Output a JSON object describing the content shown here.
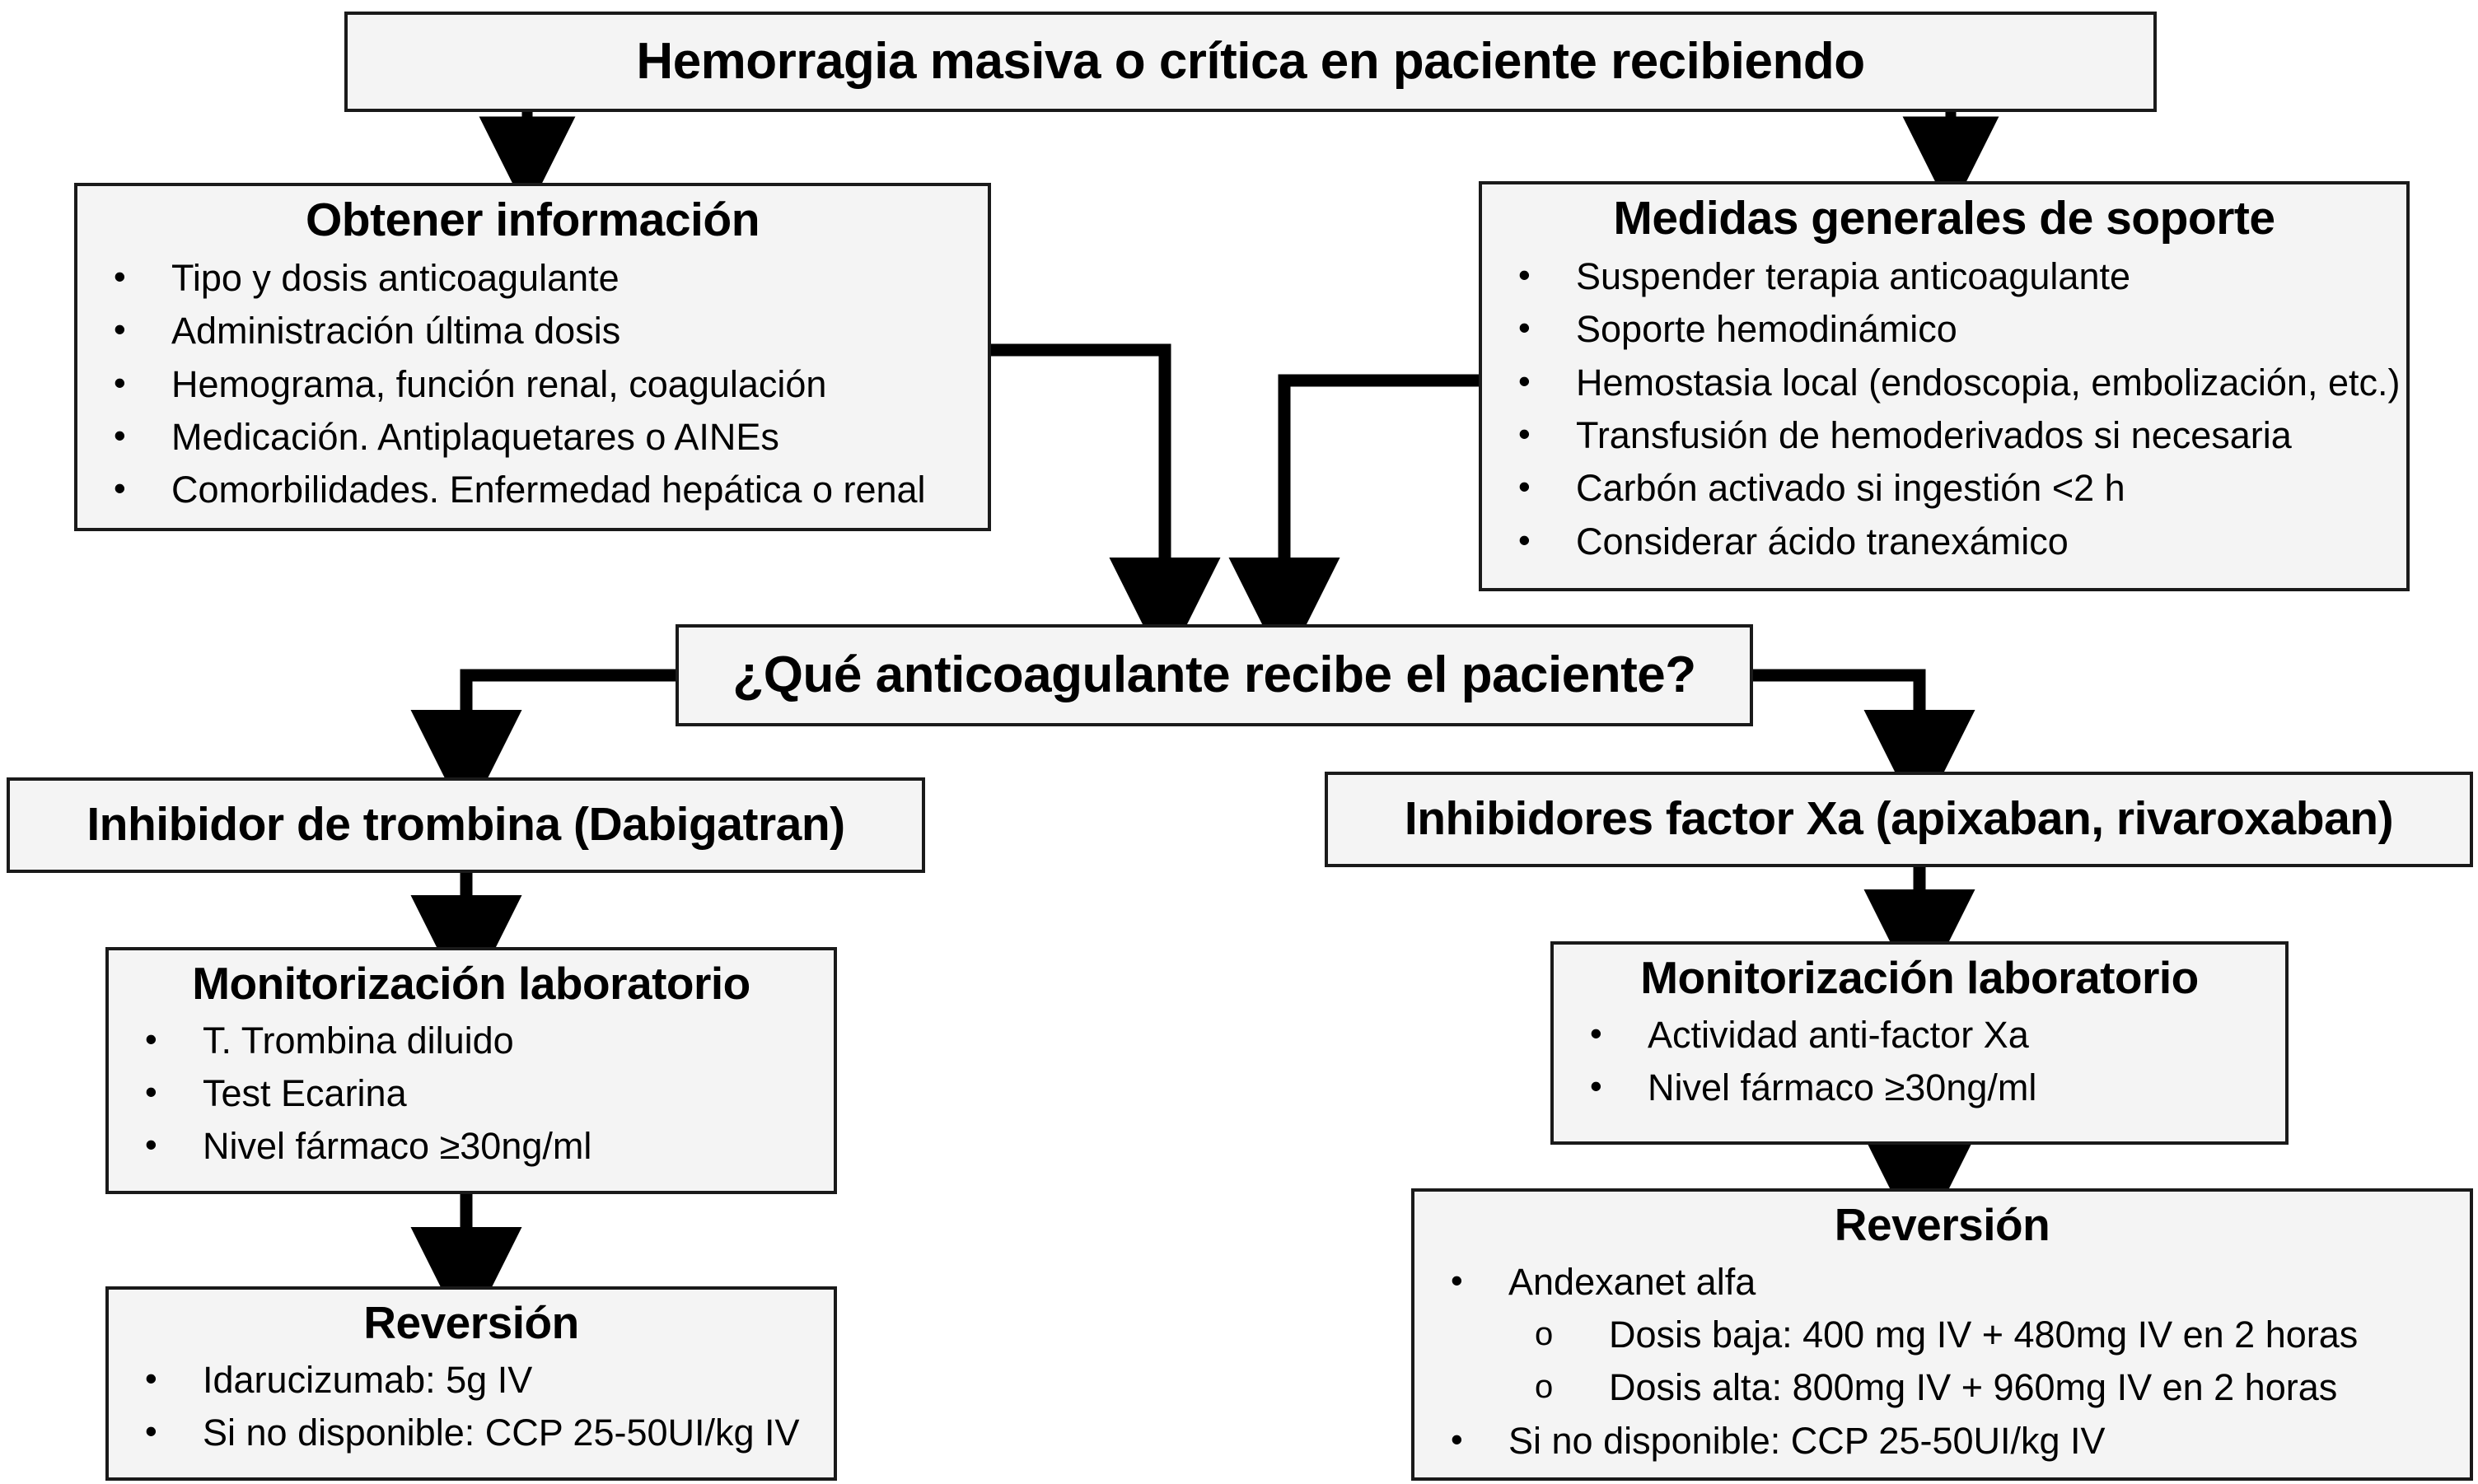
{
  "diagram": {
    "type": "flowchart",
    "language": "es",
    "colors": {
      "node_fill": "#f4f4f4",
      "node_border": "#1a1a1a",
      "connector": "#000000",
      "page_background": "#ffffff"
    },
    "title_node": {
      "label": "Hemorragia masiva o crítica en paciente recibiendo"
    },
    "obtener_informacion": {
      "title": "Obtener información",
      "items": [
        "Tipo y dosis anticoagulante",
        "Administración última dosis",
        "Hemograma, función renal, coagulación",
        "Medicación. Antiplaquetares o AINEs",
        "Comorbilidades. Enfermedad hepática o renal"
      ]
    },
    "medidas_soporte": {
      "title": "Medidas generales de soporte",
      "items": [
        "Suspender terapia anticoagulante",
        "Soporte hemodinámico",
        "Hemostasia local (endoscopia, embolización, etc.)",
        "Transfusión de hemoderivados si necesaria",
        "Carbón activado si ingestión <2 h",
        "Considerar ácido tranexámico"
      ]
    },
    "decision": {
      "label": "¿Qué anticoagulante recibe el paciente?"
    },
    "branch_left": {
      "header": "Inhibidor de trombina (Dabigatran)",
      "monitoring": {
        "title": "Monitorización laboratorio",
        "items": [
          "T. Trombina diluido",
          "Test Ecarina",
          "Nivel fármaco  ≥30ng/ml"
        ]
      },
      "reversal": {
        "title": "Reversión",
        "items": [
          "Idarucizumab: 5g IV",
          "Si no disponible: CCP 25-50UI/kg IV"
        ]
      }
    },
    "branch_right": {
      "header": "Inhibidores factor Xa (apixaban, rivaroxaban)",
      "monitoring": {
        "title": "Monitorización laboratorio",
        "items": [
          "Actividad anti-factor Xa",
          "Nivel fármaco  ≥30ng/ml"
        ]
      },
      "reversal": {
        "title": "Reversión",
        "items": [
          {
            "level": 1,
            "text": "Andexanet alfa"
          },
          {
            "level": 2,
            "text": "Dosis baja: 400 mg IV + 480mg IV en 2 horas"
          },
          {
            "level": 2,
            "text": "Dosis alta: 800mg IV + 960mg IV en 2 horas"
          },
          {
            "level": 1,
            "text": "Si no disponible: CCP 25-50UI/kg IV"
          }
        ]
      }
    }
  }
}
